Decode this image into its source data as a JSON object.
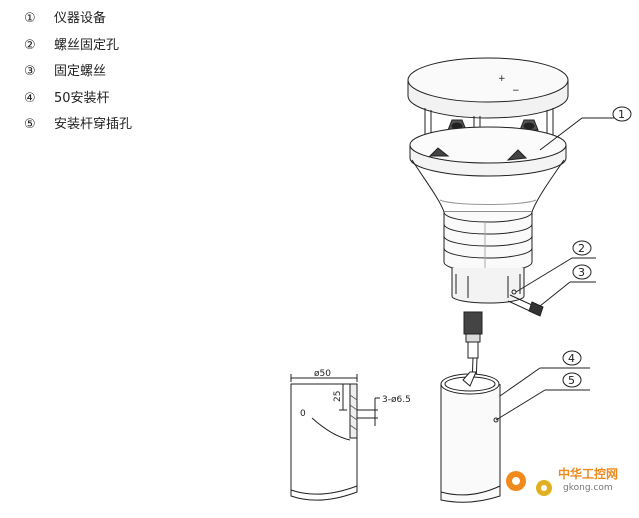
{
  "legend": [
    {
      "num": "①",
      "label": "仪器设备"
    },
    {
      "num": "②",
      "label": "螺丝固定孔"
    },
    {
      "num": "③",
      "label": "固定螺丝"
    },
    {
      "num": "④",
      "label": "50安装杆"
    },
    {
      "num": "⑤",
      "label": "安装杆穿插孔"
    }
  ],
  "callouts": [
    "1",
    "2",
    "3",
    "4",
    "5"
  ],
  "top_marks": {
    "plus": "+",
    "minus": "−"
  },
  "dimensions": {
    "width": "ø50",
    "depth": "25",
    "holes": "3-ø6.5",
    "zero": "0"
  },
  "watermark": {
    "cn": "中华工控网",
    "url": "gkong.com"
  },
  "colors": {
    "line": "#222222",
    "watermark": "#f08a1c"
  }
}
